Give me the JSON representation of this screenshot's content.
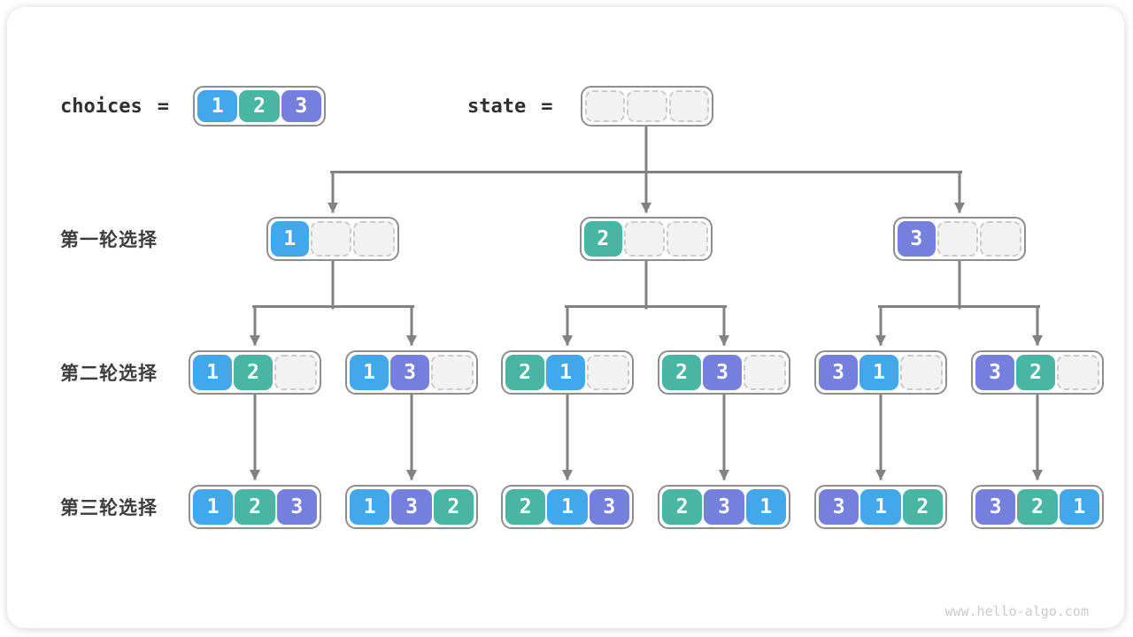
{
  "colors": {
    "cell1": "#42A7EB",
    "cell2": "#49B6A4",
    "cell3": "#7580DD",
    "line": "#828282",
    "box_border": "#8E8E8E",
    "empty_bg": "#F2F2F2",
    "empty_border": "#CBCBCB",
    "label_text": "#3D3D3D",
    "code_text": "#2F2F2F",
    "watermark_text": "#CBCBCB"
  },
  "header": {
    "choices_label": "choices",
    "state_label": "state",
    "equals": "="
  },
  "row_labels": [
    "第一轮选择",
    "第二轮选择",
    "第三轮选择"
  ],
  "nodes": {
    "choices": [
      1,
      2,
      3
    ],
    "state": [
      null,
      null,
      null
    ],
    "round1": [
      [
        1,
        null,
        null
      ],
      [
        2,
        null,
        null
      ],
      [
        3,
        null,
        null
      ]
    ],
    "round2": [
      [
        1,
        2,
        null
      ],
      [
        1,
        3,
        null
      ],
      [
        2,
        1,
        null
      ],
      [
        2,
        3,
        null
      ],
      [
        3,
        1,
        null
      ],
      [
        3,
        2,
        null
      ]
    ],
    "round3": [
      [
        1,
        2,
        3
      ],
      [
        1,
        3,
        2
      ],
      [
        2,
        1,
        3
      ],
      [
        2,
        3,
        1
      ],
      [
        3,
        1,
        2
      ],
      [
        3,
        2,
        1
      ]
    ]
  },
  "footer": {
    "watermark": "www.hello-algo.com"
  }
}
